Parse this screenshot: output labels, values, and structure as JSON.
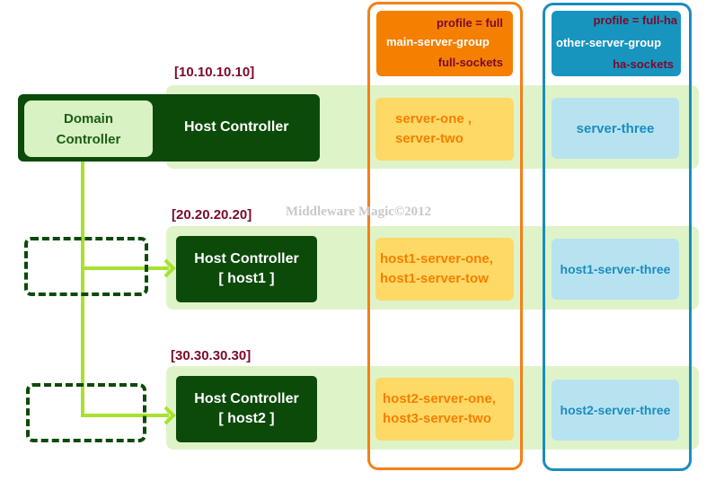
{
  "ips": [
    "[10.10.10.10]",
    "[20.20.20.20]",
    "[30.30.30.30]"
  ],
  "domain_controller": {
    "line1": "Domain",
    "line2": "Controller"
  },
  "host_controllers": [
    {
      "line1": "Host Controller",
      "line2": ""
    },
    {
      "line1": "Host Controller",
      "line2": "[ host1 ]"
    },
    {
      "line1": "Host Controller",
      "line2": "[ host2 ]"
    }
  ],
  "server_groups": [
    {
      "profile": "profile = full",
      "name": "main-server-group",
      "socket": "full-sockets",
      "servers": [
        [
          "server-one ,",
          "server-two"
        ],
        [
          "host1-server-one,",
          "host1-server-tow"
        ],
        [
          "host2-server-one,",
          "host3-server-two"
        ]
      ]
    },
    {
      "profile": "profile = full-ha",
      "name": "other-server-group",
      "socket": "ha-sockets",
      "servers": [
        "server-three",
        "host1-server-three",
        "host2-server-three"
      ]
    }
  ],
  "watermark": "Middleware Magic©2012",
  "colors": {
    "dark_green": "#0c4a0a",
    "light_green": "#dff3c8",
    "arrow_green": "#a6e22e",
    "orange": "#f57f00",
    "blue": "#1795bf",
    "maroon": "#7a0a2a"
  }
}
